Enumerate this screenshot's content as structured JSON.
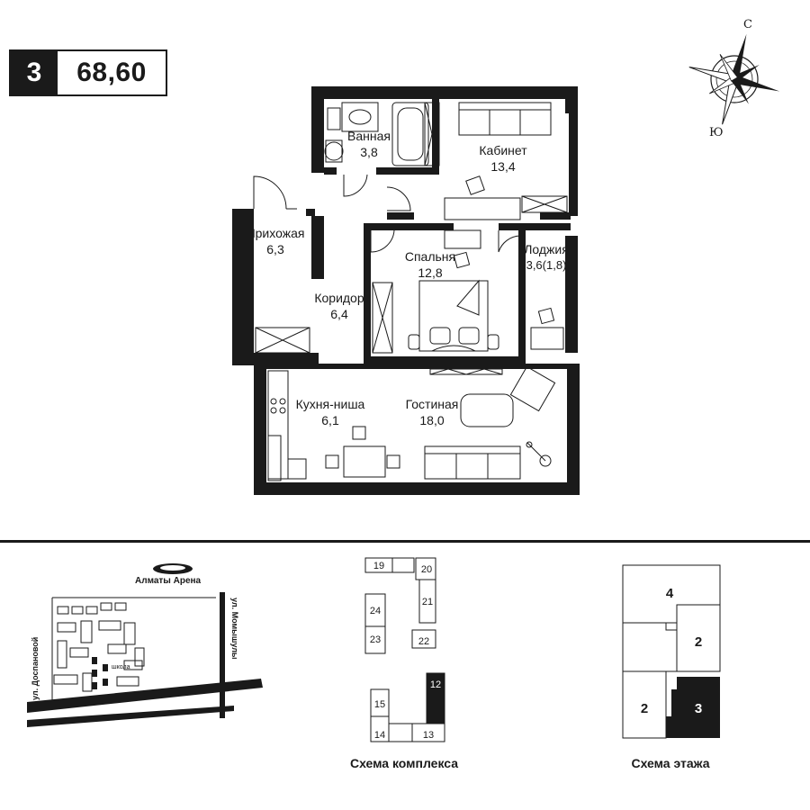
{
  "header": {
    "rooms": "3",
    "area": "68,60"
  },
  "compass": {
    "north": "С",
    "south": "Ю"
  },
  "rooms": {
    "bathroom": {
      "name": "Ванная",
      "area": "3,8"
    },
    "study": {
      "name": "Кабинет",
      "area": "13,4"
    },
    "hallway": {
      "name": "Прихожая",
      "area": "6,3"
    },
    "bedroom": {
      "name": "Спальня",
      "area": "12,8"
    },
    "loggia": {
      "name": "Лоджия",
      "area": "3,6(1,8)"
    },
    "corridor": {
      "name": "Коридор",
      "area": "6,4"
    },
    "kitchen": {
      "name": "Кухня-ниша",
      "area": "6,1"
    },
    "living": {
      "name": "Гостиная",
      "area": "18,0"
    }
  },
  "location_map": {
    "arena": "Алматы Арена",
    "street_left": "ул. Доспановой",
    "street_right": "ул. Момышулы",
    "school": "школа"
  },
  "complex_scheme": {
    "caption": "Схема комплекса",
    "buildings": [
      "19",
      "20",
      "21",
      "24",
      "23",
      "22",
      "12",
      "15",
      "14",
      "13"
    ],
    "highlighted": "12"
  },
  "floor_scheme": {
    "caption": "Схема этажа",
    "units": [
      "4",
      "2",
      "2",
      "3"
    ],
    "highlighted": "3"
  },
  "colors": {
    "wall": "#1a1a1a",
    "highlight": "#1a1a1a",
    "background": "#ffffff"
  }
}
